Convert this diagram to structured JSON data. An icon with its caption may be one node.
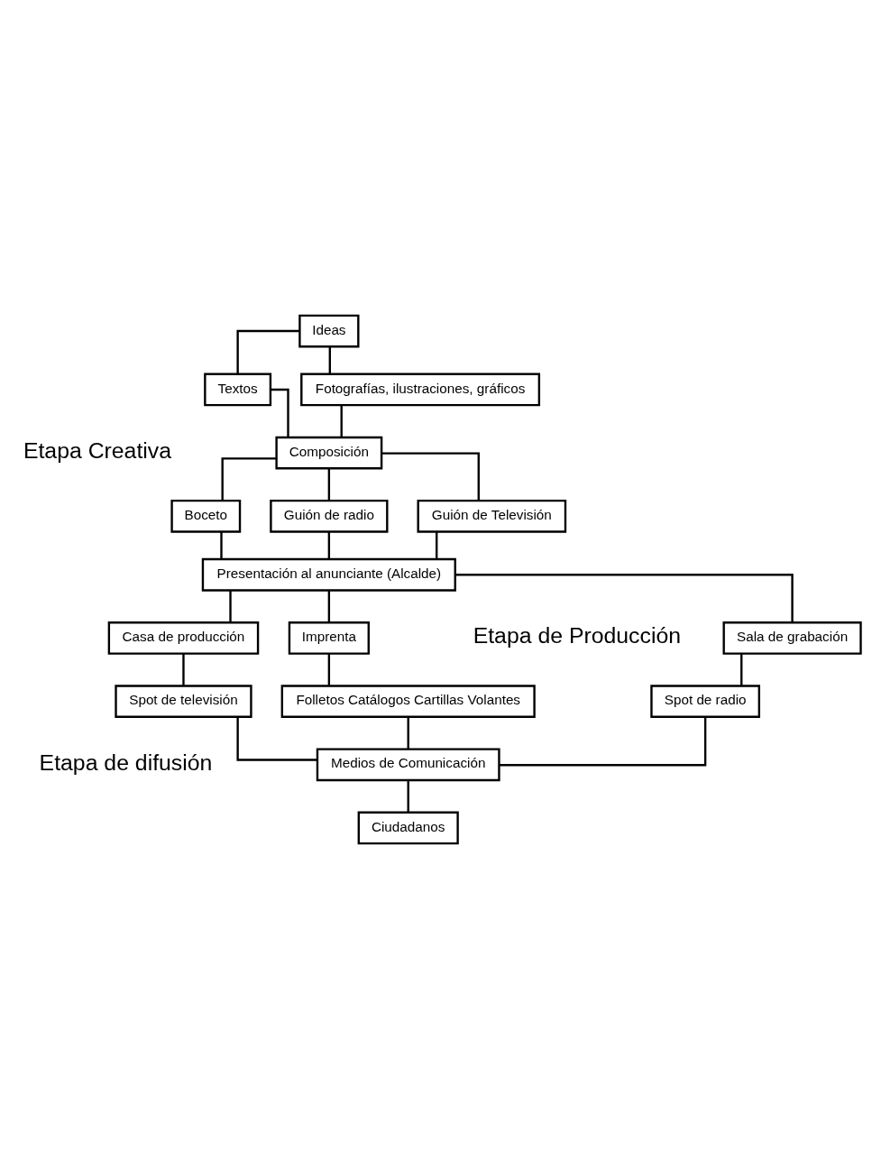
{
  "diagram": {
    "nodes": [
      {
        "text": [
          "Ideas"
        ]
      },
      {
        "text": [
          "Textos"
        ]
      },
      {
        "text": [
          "Fotografías, ilustraciones, gráficos"
        ]
      },
      {
        "text": [
          "Composición"
        ]
      },
      {
        "text": [
          "Boceto"
        ]
      },
      {
        "text": [
          "Guión de radio"
        ]
      },
      {
        "text": [
          "Guión de Televisión"
        ]
      },
      {
        "text": [
          "Presentación al anunciante (Alcalde)"
        ]
      },
      {
        "text": [
          "Imprenta"
        ]
      },
      {
        "text": [
          "Sala de grabación"
        ]
      },
      {
        "text": [
          "Casa de producción"
        ]
      },
      {
        "text": [
          "Folletos Catálogos Cartillas Volantes"
        ]
      },
      {
        "text": [
          "Spot de radio"
        ]
      },
      {
        "text": [
          "Spot de televisión"
        ]
      },
      {
        "text": [
          "Medios de Comunicación"
        ]
      },
      {
        "text": [
          "Ciudadanos"
        ]
      }
    ],
    "edges": [
      {
        "from": 0,
        "to": 1,
        "arrow": "none"
      },
      {
        "from": 0,
        "to": 2,
        "arrow": "none"
      },
      {
        "from": 1,
        "to": 3,
        "arrow": "none"
      },
      {
        "from": 2,
        "to": 3,
        "arrow": "none"
      },
      {
        "from": 3,
        "to": 4,
        "arrow": "none"
      },
      {
        "from": 3,
        "to": 5,
        "arrow": "none"
      },
      {
        "from": 3,
        "to": 6,
        "arrow": "none"
      },
      {
        "from": 4,
        "to": 7,
        "arrow": "none"
      },
      {
        "from": 5,
        "to": 7,
        "arrow": "none"
      },
      {
        "from": 6,
        "to": 7,
        "arrow": "none"
      },
      {
        "from": 7,
        "to": 8,
        "arrow": "none"
      },
      {
        "from": 7,
        "to": 9,
        "arrow": "none"
      },
      {
        "from": 7,
        "to": 10,
        "arrow": "none"
      },
      {
        "from": 8,
        "to": 11,
        "arrow": "none"
      },
      {
        "from": 9,
        "to": 12,
        "arrow": "none"
      },
      {
        "from": 10,
        "to": 13,
        "arrow": "none"
      },
      {
        "from": 11,
        "to": 14,
        "arrow": "none"
      },
      {
        "from": 12,
        "to": 14,
        "arrow": "none"
      },
      {
        "from": 13,
        "to": 14,
        "arrow": "none"
      },
      {
        "from": 14,
        "to": 15,
        "arrow": "none"
      }
    ],
    "labels": [
      "Etapa Creativa",
      "Etapa de Producción",
      "Etapa de difusión"
    ]
  }
}
